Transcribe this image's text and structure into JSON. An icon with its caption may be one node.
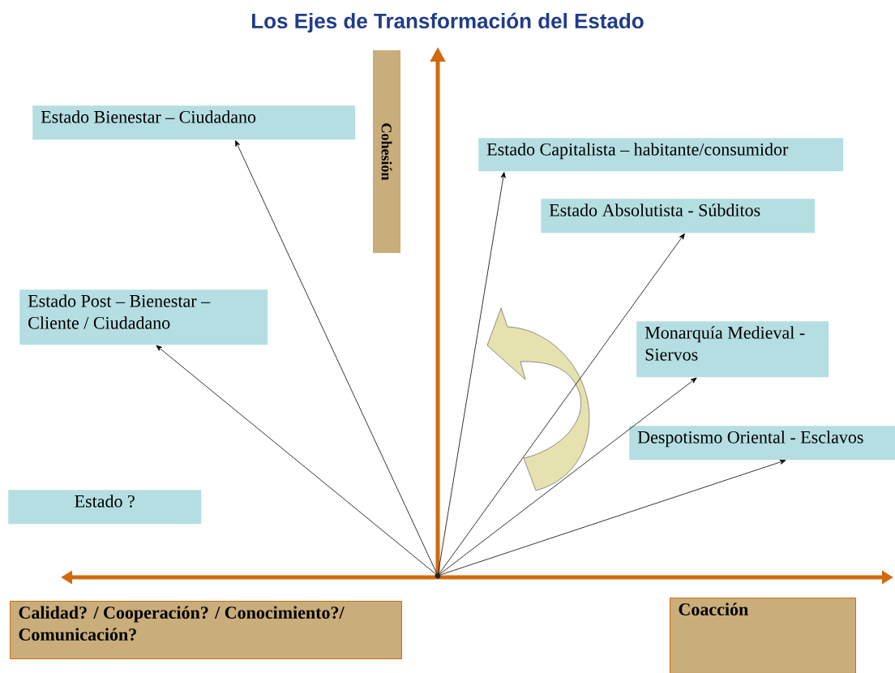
{
  "diagram": {
    "title": "Los Ejes de Transformación del Estado",
    "nodes": [
      {
        "text": [
          "Cohesión"
        ]
      },
      {
        "text": [
          "Estado Bienestar – Ciudadano"
        ]
      },
      {
        "text": [
          "Estado Capitalista – habitante/consumidor"
        ]
      },
      {
        "text": [
          "Estado Absolutista - Súbditos"
        ]
      },
      {
        "text": [
          "Estado Post – Bienestar – Cliente / Ciudadano"
        ]
      },
      {
        "text": [
          "Monarquía Medieval - Siervos"
        ]
      },
      {
        "text": [
          "Despotismo Oriental - Esclavos"
        ]
      },
      {
        "text": [
          "Estado ?"
        ]
      },
      {
        "text": [
          "Calidad? / Cooperación? / Conocimiento?/ Comunicación?"
        ]
      },
      {
        "text": [
          "Coacción"
        ]
      },
      {
        "text": [],
        "shape": "point"
      }
    ],
    "edges": [
      {
        "from": 10,
        "to": 1,
        "arrow": "to"
      },
      {
        "from": 10,
        "to": 4,
        "arrow": "to"
      },
      {
        "from": 10,
        "to": 2,
        "arrow": "to"
      },
      {
        "from": 10,
        "to": 3,
        "arrow": "to"
      },
      {
        "from": 10,
        "to": 5,
        "arrow": "to"
      },
      {
        "from": 10,
        "to": 6,
        "arrow": "to"
      }
    ]
  }
}
